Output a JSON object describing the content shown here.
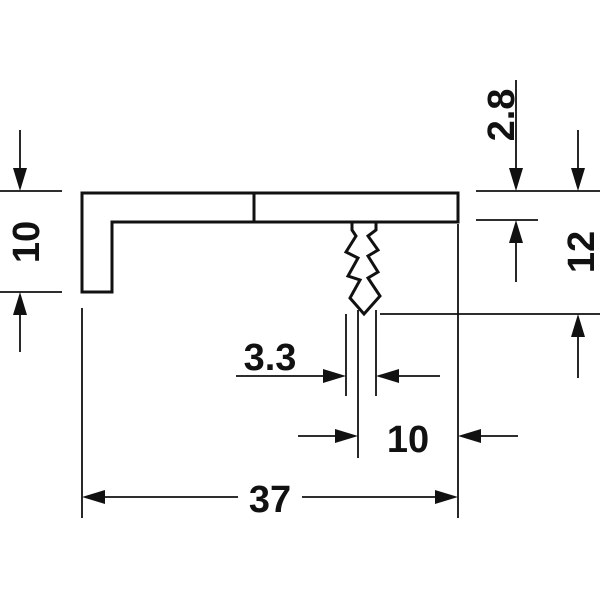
{
  "drawing": {
    "dimensions": {
      "overall_width": "37",
      "left_leg_height": "10",
      "profile_height": "12",
      "top_thickness": "2.8",
      "dowel_diameter": "3.3",
      "dowel_offset": "10"
    },
    "colors": {
      "line": "#111111",
      "background": "#ffffff"
    }
  }
}
